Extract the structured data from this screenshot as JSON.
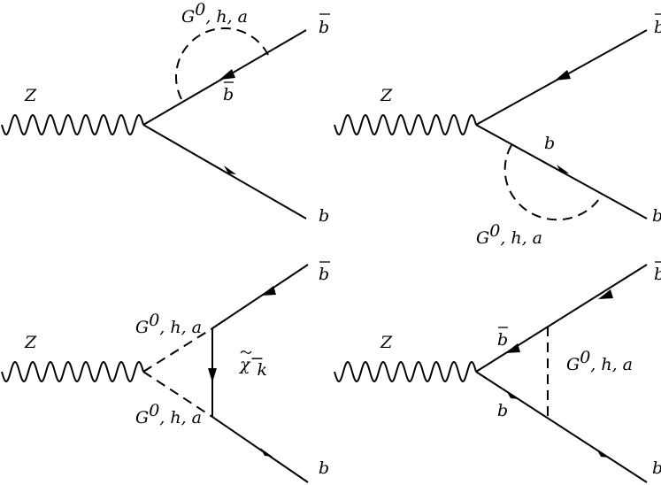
{
  "diagrams": [
    {
      "labels": {
        "boson": "Z",
        "loop": "G",
        "loop_sup": "0",
        "loop_rest": ", h, a",
        "top_out": "b",
        "bottom_out": "b",
        "inner": "b"
      }
    },
    {
      "labels": {
        "boson": "Z",
        "loop": "G",
        "loop_sup": "0",
        "loop_rest": ", h, a",
        "top_out": "b",
        "bottom_out": "b",
        "inner": "b"
      }
    },
    {
      "labels": {
        "boson": "Z",
        "upper_scalar": "G",
        "upper_scalar_sup": "0",
        "upper_scalar_rest": ", h, a",
        "lower_scalar": "G",
        "lower_scalar_sup": "0",
        "lower_scalar_rest": ", h, a",
        "fermion": "χ",
        "fermion_sub": "k",
        "fermion_sup": "−",
        "top_out": "b",
        "bottom_out": "b"
      }
    },
    {
      "labels": {
        "boson": "Z",
        "scalar": "G",
        "scalar_sup": "0",
        "scalar_rest": ", h, a",
        "upper_inner": "b",
        "lower_inner": "b",
        "top_out": "b",
        "bottom_out": "b"
      }
    }
  ]
}
